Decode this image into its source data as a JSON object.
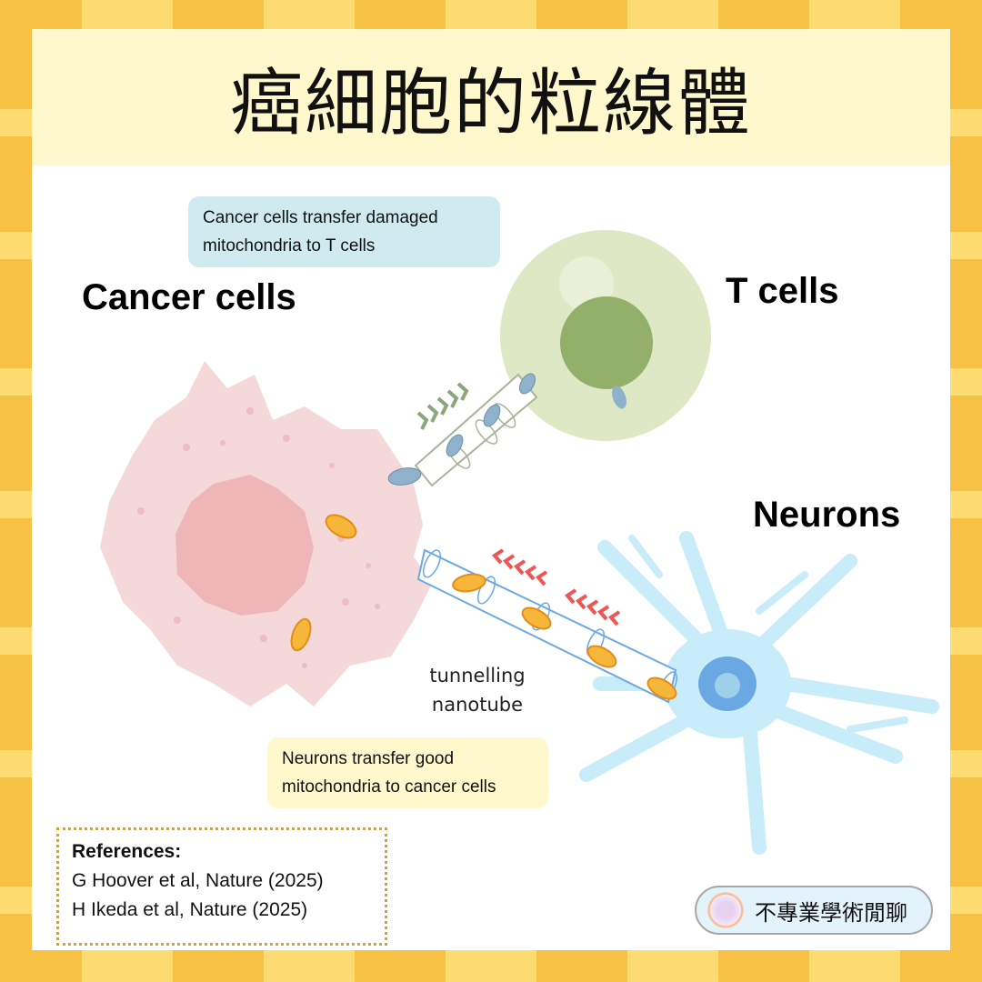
{
  "title": "癌細胞的粒線體",
  "labels": {
    "cancer_cells": "Cancer cells",
    "t_cells": "T cells",
    "neurons": "Neurons"
  },
  "notes": {
    "top": [
      "Cancer cells transfer damaged",
      "mitochondria to T cells"
    ],
    "bottom": [
      "Neurons transfer good",
      "mitochondria to cancer cells"
    ]
  },
  "nanotube_label": [
    "tunnelling",
    "nanotube"
  ],
  "references": {
    "heading": "References:",
    "items": [
      "G Hoover et al, Nature (2025)",
      "H Ikeda et al, Nature (2025)"
    ]
  },
  "brand": "不專業學術閒聊",
  "colors": {
    "border_dark": "#f7c144",
    "border_light": "#fddc72",
    "title_bg": "#fef8cc",
    "cancer": "#f4d8da",
    "tcell": "#dfe8c4",
    "neuron": "#c9ecfa",
    "arrow_green": "#8aa67a",
    "arrow_red": "#ee5555"
  }
}
